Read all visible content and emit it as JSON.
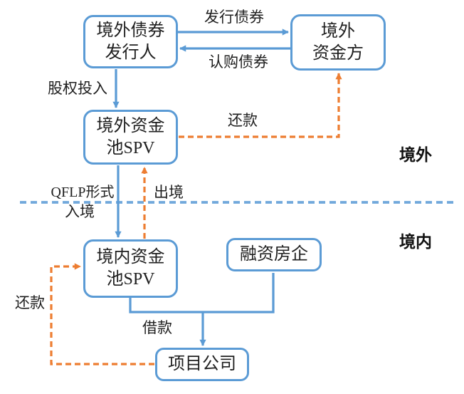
{
  "diagram": {
    "regions": {
      "offshore_label": "境外",
      "onshore_label": "境内"
    },
    "nodes": [
      {
        "id": "offshore-bond-issuer",
        "label_lines": [
          "境外债券",
          "发行人"
        ]
      },
      {
        "id": "offshore-capital-provider",
        "label_lines": [
          "境外",
          "资金方"
        ]
      },
      {
        "id": "offshore-capital-pool-spv",
        "label_lines": [
          "境外资金",
          "池SPV"
        ]
      },
      {
        "id": "onshore-capital-pool-spv",
        "label_lines": [
          "境内资金",
          "池SPV"
        ]
      },
      {
        "id": "financing-developer",
        "label_lines": [
          "融资房企"
        ]
      },
      {
        "id": "project-company",
        "label_lines": [
          "项目公司"
        ]
      }
    ],
    "edge_labels": {
      "issue_bonds": "发行债券",
      "subscribe_bonds": "认购债券",
      "equity_investment": "股权投入",
      "repayment_offshore": "还款",
      "qflp_line1": "QFLP形式",
      "qflp_line2": "入境",
      "exit_border": "出境",
      "loan": "借款",
      "repayment_onshore": "还款"
    },
    "colors": {
      "box_border": "#5B9BD5",
      "solid_line": "#5B9BD5",
      "dashed_line": "#ED7D31",
      "boundary_line": "#71A8DB",
      "text": "#1f1f1f"
    }
  }
}
